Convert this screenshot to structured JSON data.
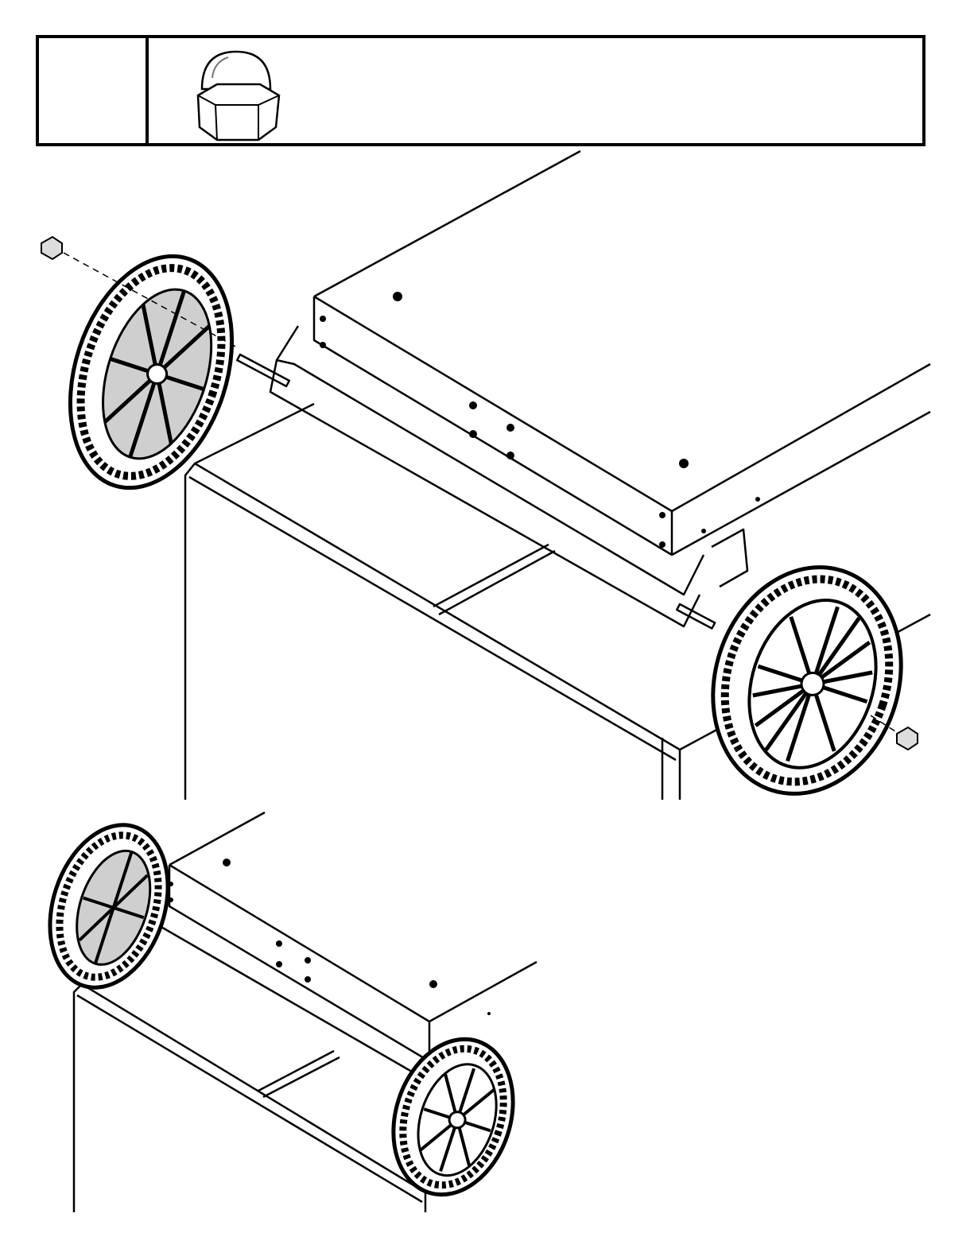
{
  "parts_box": {
    "step_number": "",
    "hardware_icon": "acorn-cap-nut-icon",
    "hardware_label": ""
  },
  "figures": [
    {
      "name": "exploded-view",
      "icons": [
        "cart-body",
        "axle",
        "wheel-left",
        "wheel-right",
        "cap-nut-left",
        "cap-nut-right"
      ]
    },
    {
      "name": "assembled-view",
      "icons": [
        "cart-body",
        "axle",
        "wheel-left",
        "wheel-right"
      ]
    }
  ],
  "colors": {
    "line": "#000000",
    "wheel_hub": "#cfcfcf",
    "background": "#ffffff"
  }
}
